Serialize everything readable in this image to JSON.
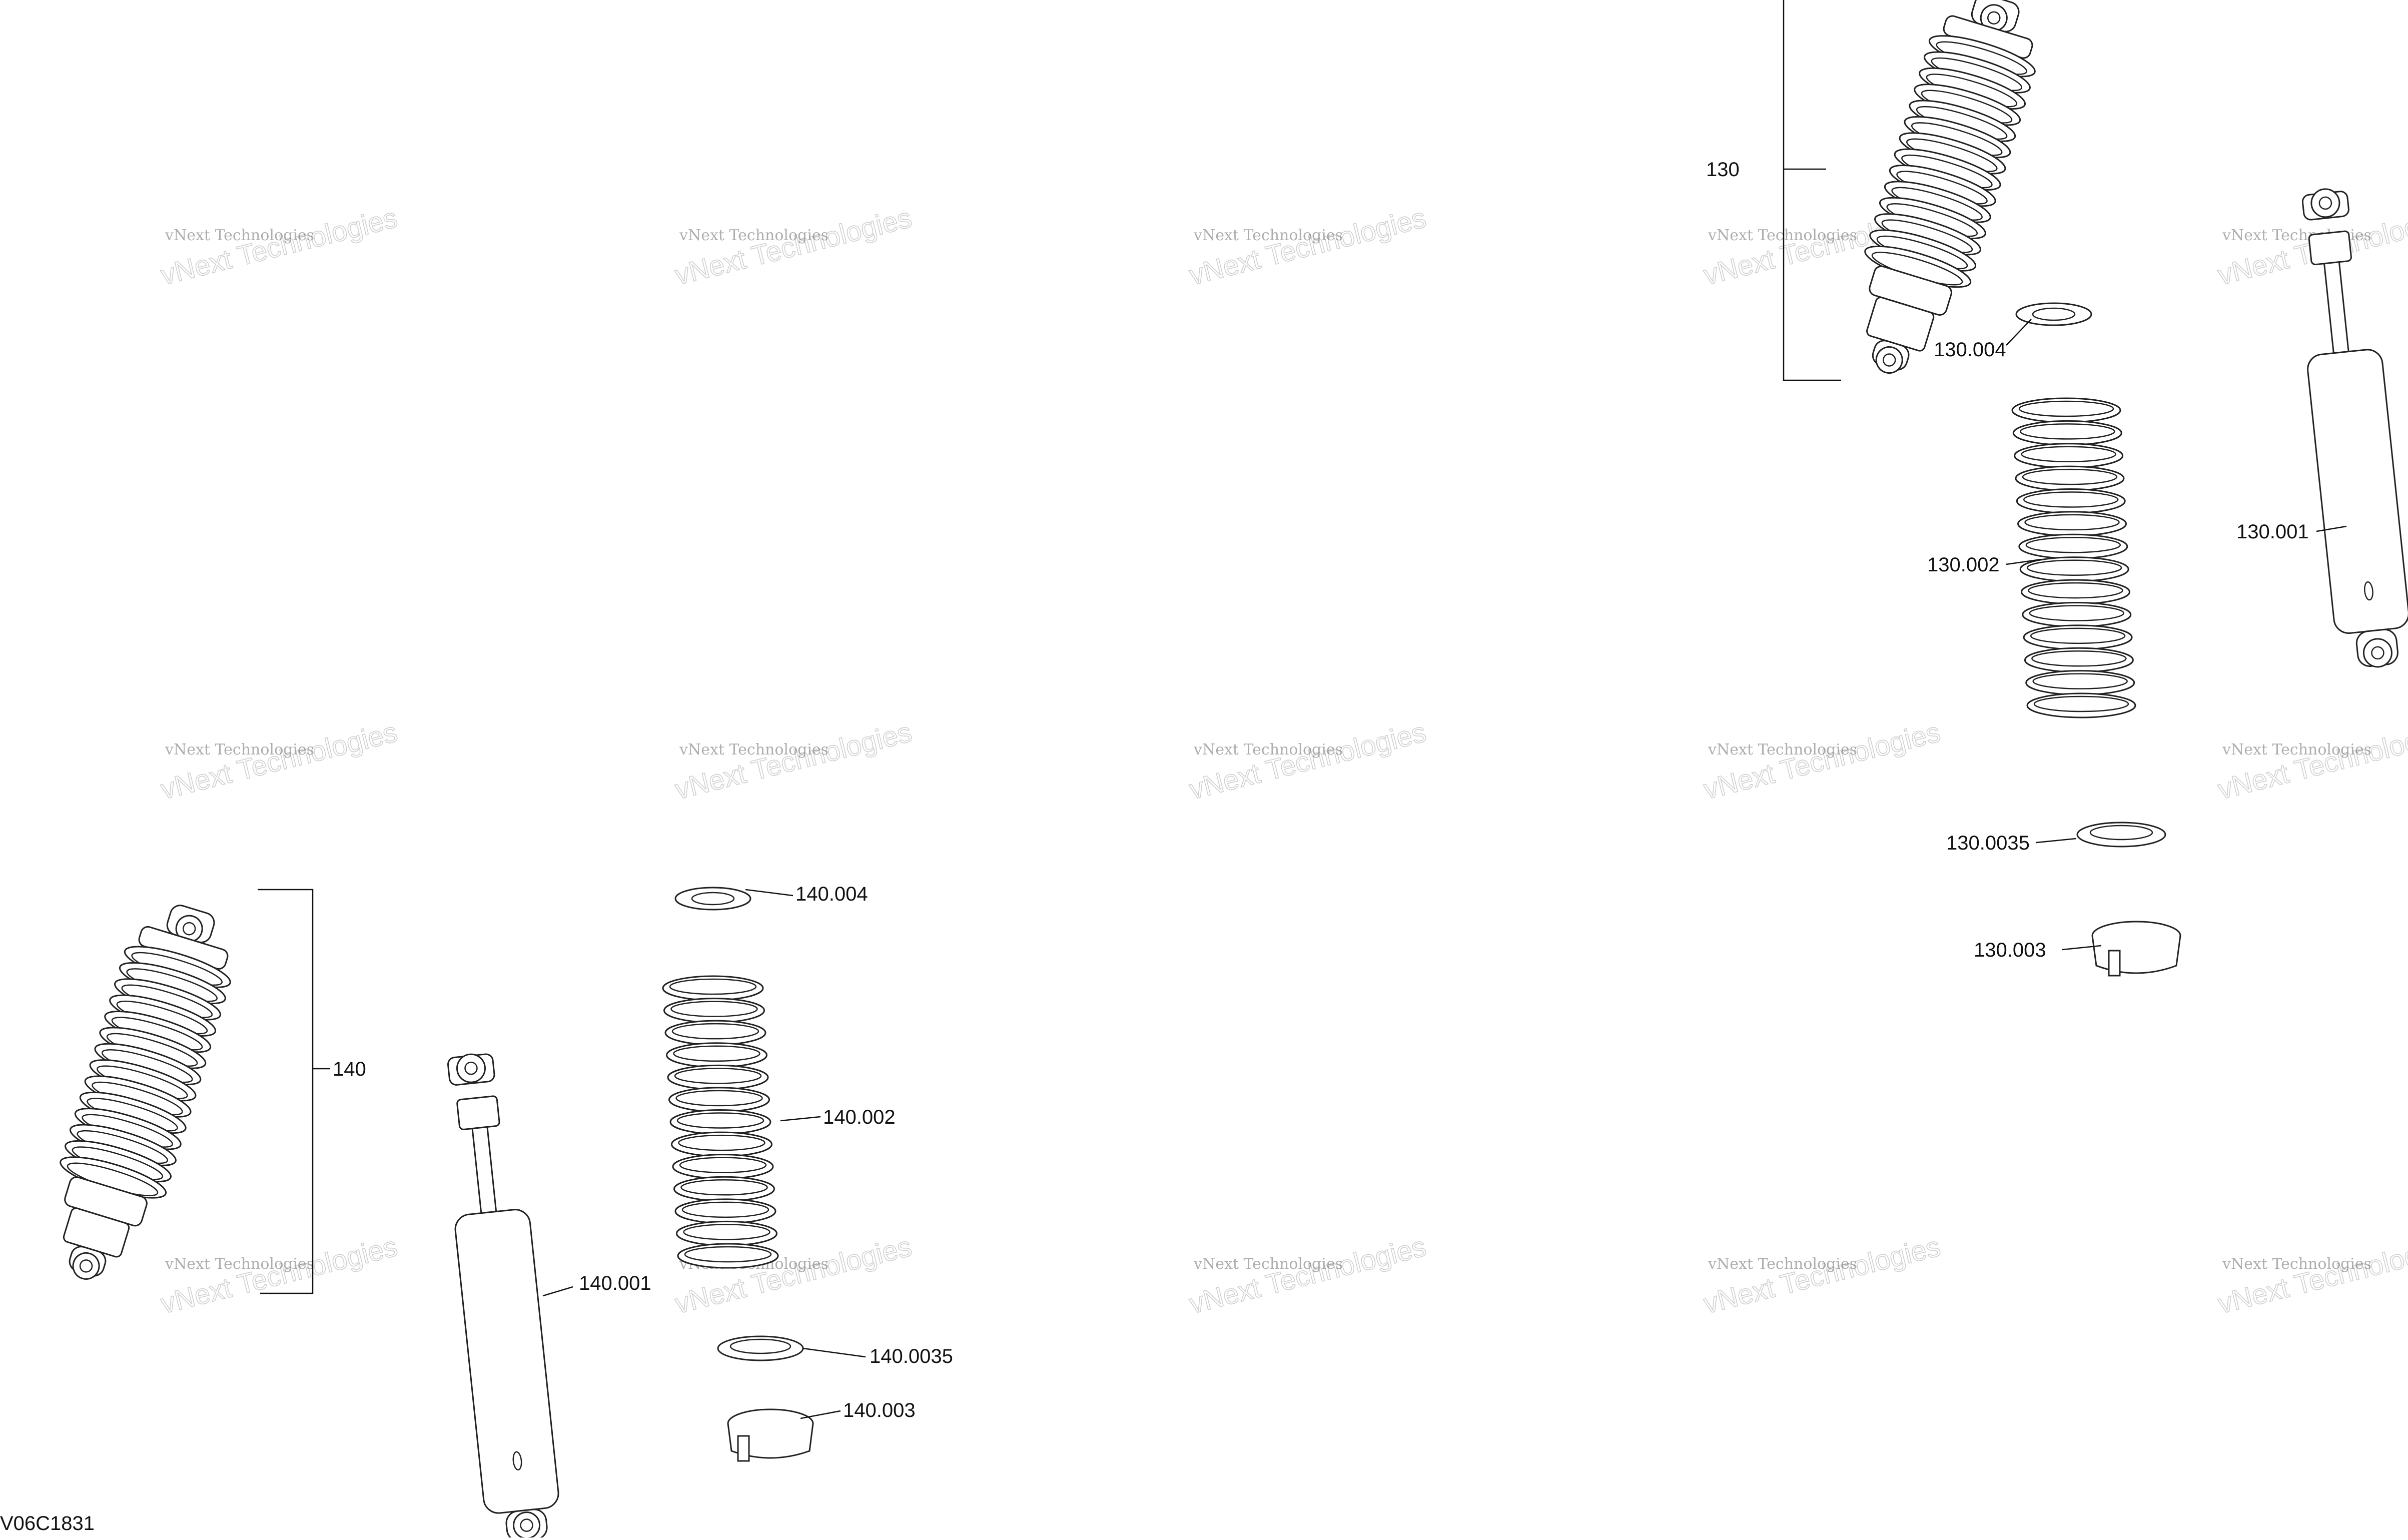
{
  "drawing_code": "V06C1831",
  "watermark": {
    "line1": "vNext Technologies",
    "line2": "vNext Technologies"
  },
  "callouts": {
    "c130": "130",
    "c130_004": "130.004",
    "c130_002": "130.002",
    "c130_001": "130.001",
    "c130_0035": "130.0035",
    "c130_003": "130.003",
    "c140": "140",
    "c140_004": "140.004",
    "c140_002": "140.002",
    "c140_001": "140.001",
    "c140_0035": "140.0035",
    "c140_003": "140.003"
  },
  "line_color": "#222222",
  "watermark_color": "#bdbdbd"
}
